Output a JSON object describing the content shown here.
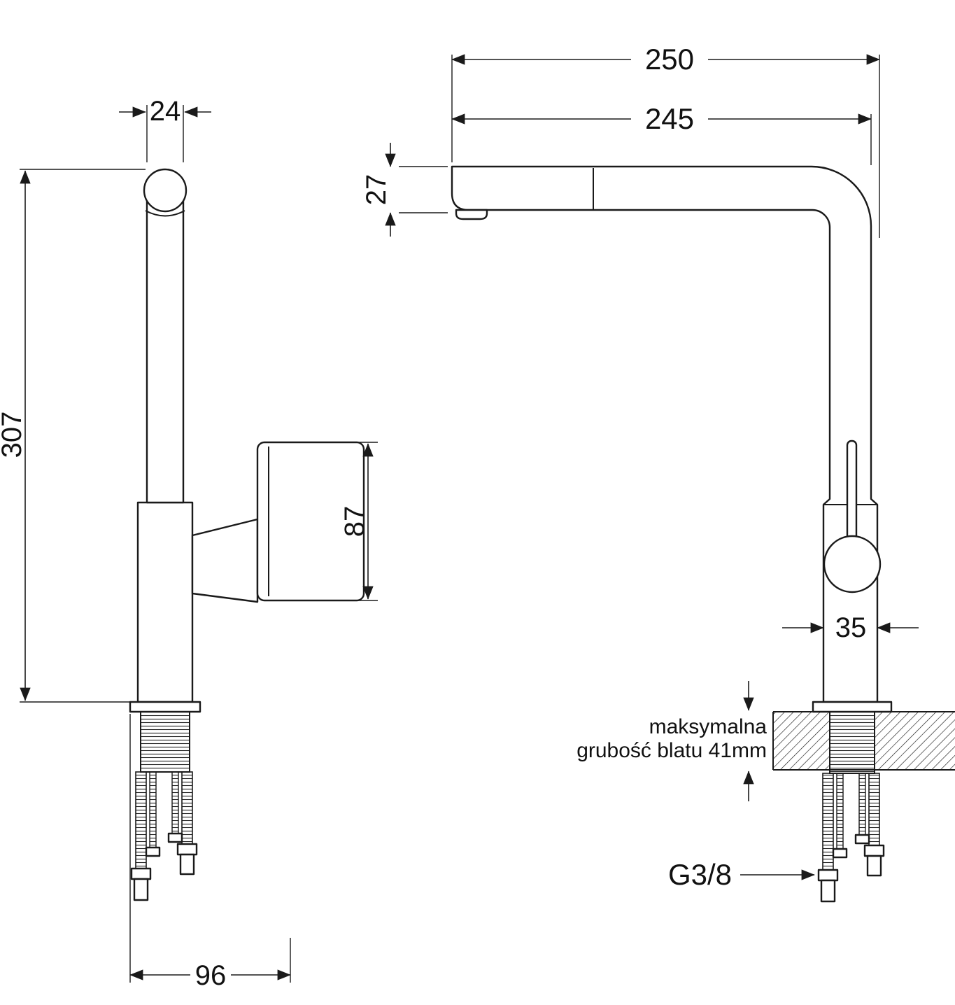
{
  "side_view": {
    "spout_width": "24",
    "total_height": "307",
    "handle_height": "87",
    "base_width": "96"
  },
  "front_view": {
    "total_reach": "250",
    "spout_reach": "245",
    "spout_height": "27",
    "body_diameter": "35"
  },
  "annotations": {
    "countertop_line1": "maksymalna",
    "countertop_line2": "grubość blatu 41mm",
    "thread_size": "G3/8"
  },
  "colors": {
    "line": "#1a1a1a",
    "background": "#ffffff"
  }
}
